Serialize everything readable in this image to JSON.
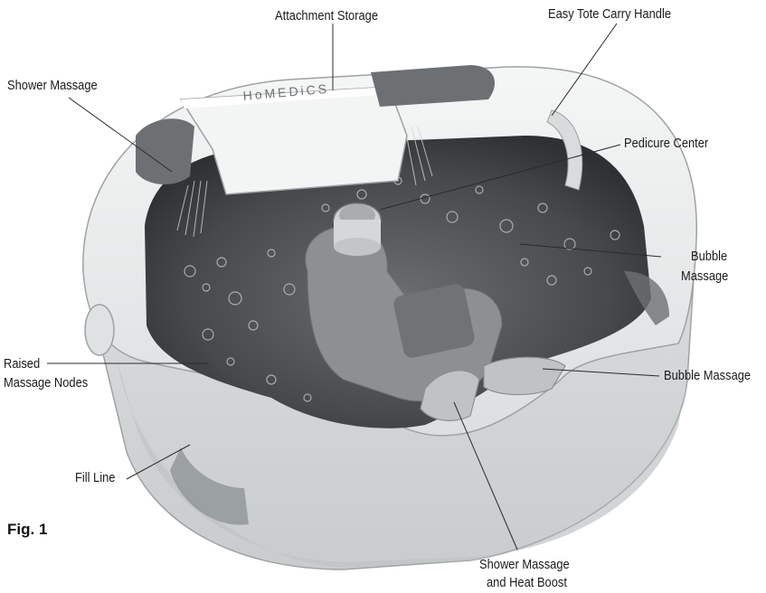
{
  "figure_label": "Fig. 1",
  "brand_logo": "HoMEDiCS",
  "panel_icon": "massage-icon",
  "labels": {
    "attachment_storage": "Attachment Storage",
    "easy_tote": "Easy Tote Carry Handle",
    "shower_massage": "Shower Massage",
    "pedicure_center": "Pedicure Center",
    "bubble_massage_1": "Bubble",
    "bubble_massage_2": "Massage",
    "bubble_massage_button": "Bubble Massage",
    "raised_nodes_1": "Raised",
    "raised_nodes_2": "Massage Nodes",
    "fill_line": "Fill Line",
    "shower_heat_1": "Shower Massage",
    "shower_heat_2": "and Heat Boost"
  },
  "colors": {
    "shell": "#e9ebec",
    "water": "#4a4c4f",
    "line": "#2a2a2a"
  }
}
